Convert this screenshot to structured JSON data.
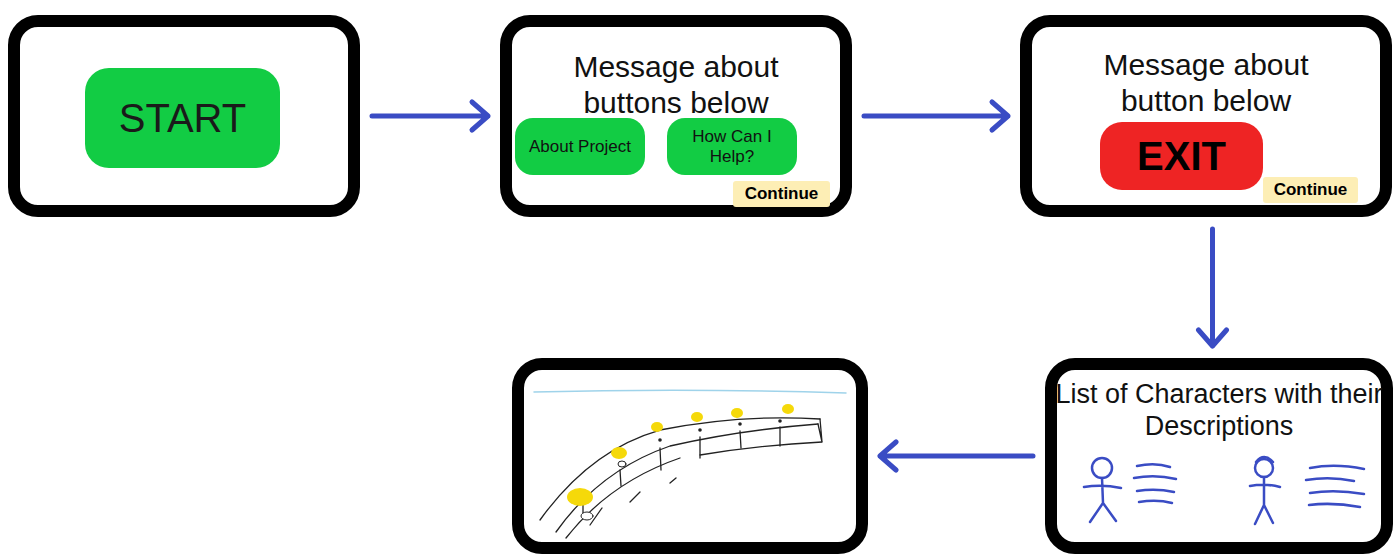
{
  "diagram": {
    "nodes": [
      {
        "text": []
      },
      {
        "text": [
          "START"
        ],
        "in": 0
      },
      {
        "text": [
          "Message about buttons below"
        ]
      },
      {
        "text": [
          "About Project"
        ],
        "in": 2
      },
      {
        "text": [
          "How Can I Help?"
        ],
        "in": 2
      },
      {
        "text": [
          "Continue"
        ],
        "in": 2
      },
      {
        "text": [
          "Message about button below"
        ]
      },
      {
        "text": [
          "EXIT"
        ],
        "in": 6
      },
      {
        "text": [
          "Continue"
        ],
        "in": 6
      },
      {
        "text": [
          "List of Characters with their Descriptions"
        ]
      },
      {
        "text": []
      }
    ],
    "edges": [
      {
        "from": 0,
        "to": 2,
        "arrow": "to"
      },
      {
        "from": 2,
        "to": 6,
        "arrow": "to"
      },
      {
        "from": 6,
        "to": 9,
        "arrow": "to"
      },
      {
        "from": 9,
        "to": 10,
        "arrow": "to"
      }
    ]
  }
}
